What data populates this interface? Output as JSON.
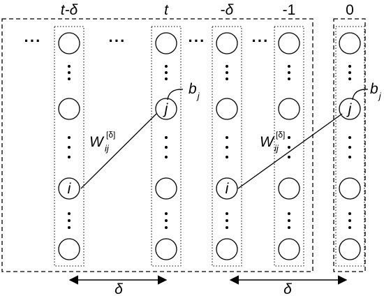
{
  "columns": [
    {
      "id": "t-minus-delta",
      "label": "t-δ",
      "label_main": "t-",
      "label_greek": "δ"
    },
    {
      "id": "t",
      "label": "t"
    },
    {
      "id": "minus-delta",
      "label": "-δ",
      "label_main": "-",
      "label_greek": "δ"
    },
    {
      "id": "minus-1",
      "label": "-1"
    },
    {
      "id": "zero",
      "label": "0"
    }
  ],
  "nodes": {
    "i": "i",
    "j": "j"
  },
  "bias": {
    "base": "b",
    "sub": "j"
  },
  "weight": {
    "base": "W",
    "sub": "ij",
    "sup": "[δ]"
  },
  "ellipsis": {
    "horizontal": "···",
    "vertical": "⋮"
  },
  "span_label": "δ",
  "colors": {
    "stroke": "#000000",
    "background": "#ffffff"
  }
}
